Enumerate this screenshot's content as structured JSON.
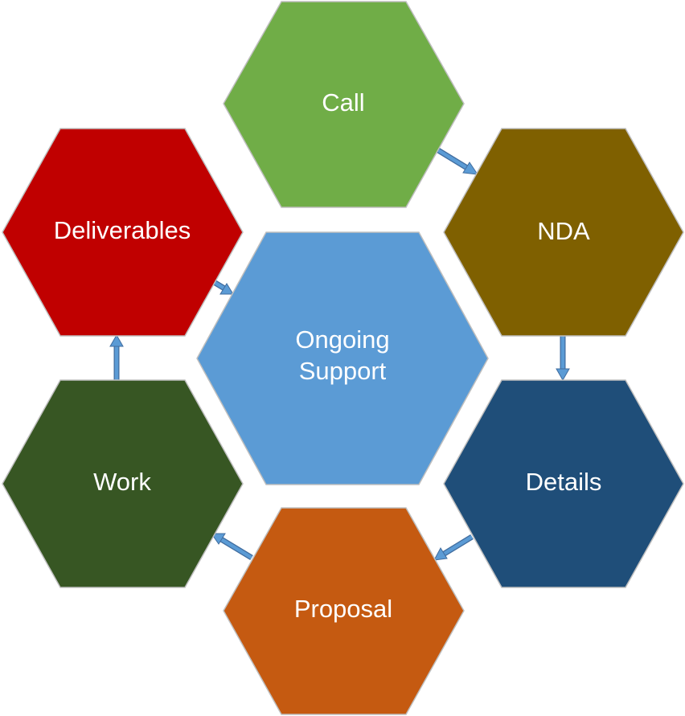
{
  "diagram": {
    "center": {
      "line1": "Ongoing",
      "line2": "Support",
      "color": "#5b9bd5"
    },
    "steps": [
      {
        "key": "call",
        "label": "Call",
        "color": "#70ad47"
      },
      {
        "key": "nda",
        "label": "NDA",
        "color": "#7f6000"
      },
      {
        "key": "details",
        "label": "Details",
        "color": "#1f4e79"
      },
      {
        "key": "proposal",
        "label": "Proposal",
        "color": "#c55a11"
      },
      {
        "key": "work",
        "label": "Work",
        "color": "#375623"
      },
      {
        "key": "deliverables",
        "label": "Deliverables",
        "color": "#c00000"
      }
    ],
    "arrow_color": "#5b9bd5"
  }
}
